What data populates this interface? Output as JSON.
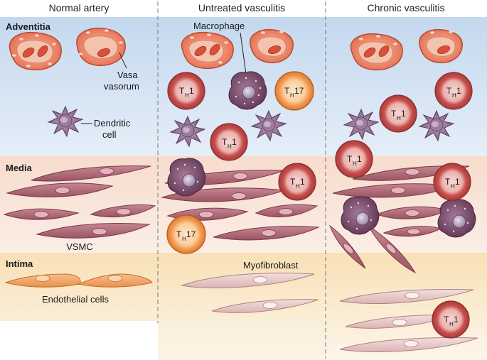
{
  "columns": {
    "normal": "Normal artery",
    "untreated": "Untreated vasculitis",
    "chronic": "Chronic vasculitis"
  },
  "layers": {
    "adventitia": "Adventitia",
    "media": "Media",
    "intima": "Intima"
  },
  "labels": {
    "vasa_line1": "Vasa",
    "vasa_line2": "vasorum",
    "dendritic_line1": "Dendritic",
    "dendritic_line2": "cell",
    "macrophage": "Macrophage",
    "vsmc": "VSMC",
    "endothelial": "Endothelial cells",
    "myofibroblast": "Myofibroblast"
  },
  "cell_types": {
    "th1": {
      "main": "T",
      "sub": "H",
      "suffix": "1"
    },
    "th17": {
      "main": "T",
      "sub": "H",
      "suffix": "17"
    }
  },
  "colors": {
    "adventitia_bg": "#c9dcef",
    "media_bg": "#f6d8c8",
    "intima_bg": "#f9e4bf",
    "th1_cell": "#c94f4f",
    "th17_cell": "#f0a060",
    "vsmc": "#b06a78",
    "macrophage": "#7a4a6a",
    "dendritic": "#8a6a8a",
    "vessel": "#e0644a",
    "endothelial": "#f0a56a",
    "myofibroblast": "#e9c6c6"
  }
}
